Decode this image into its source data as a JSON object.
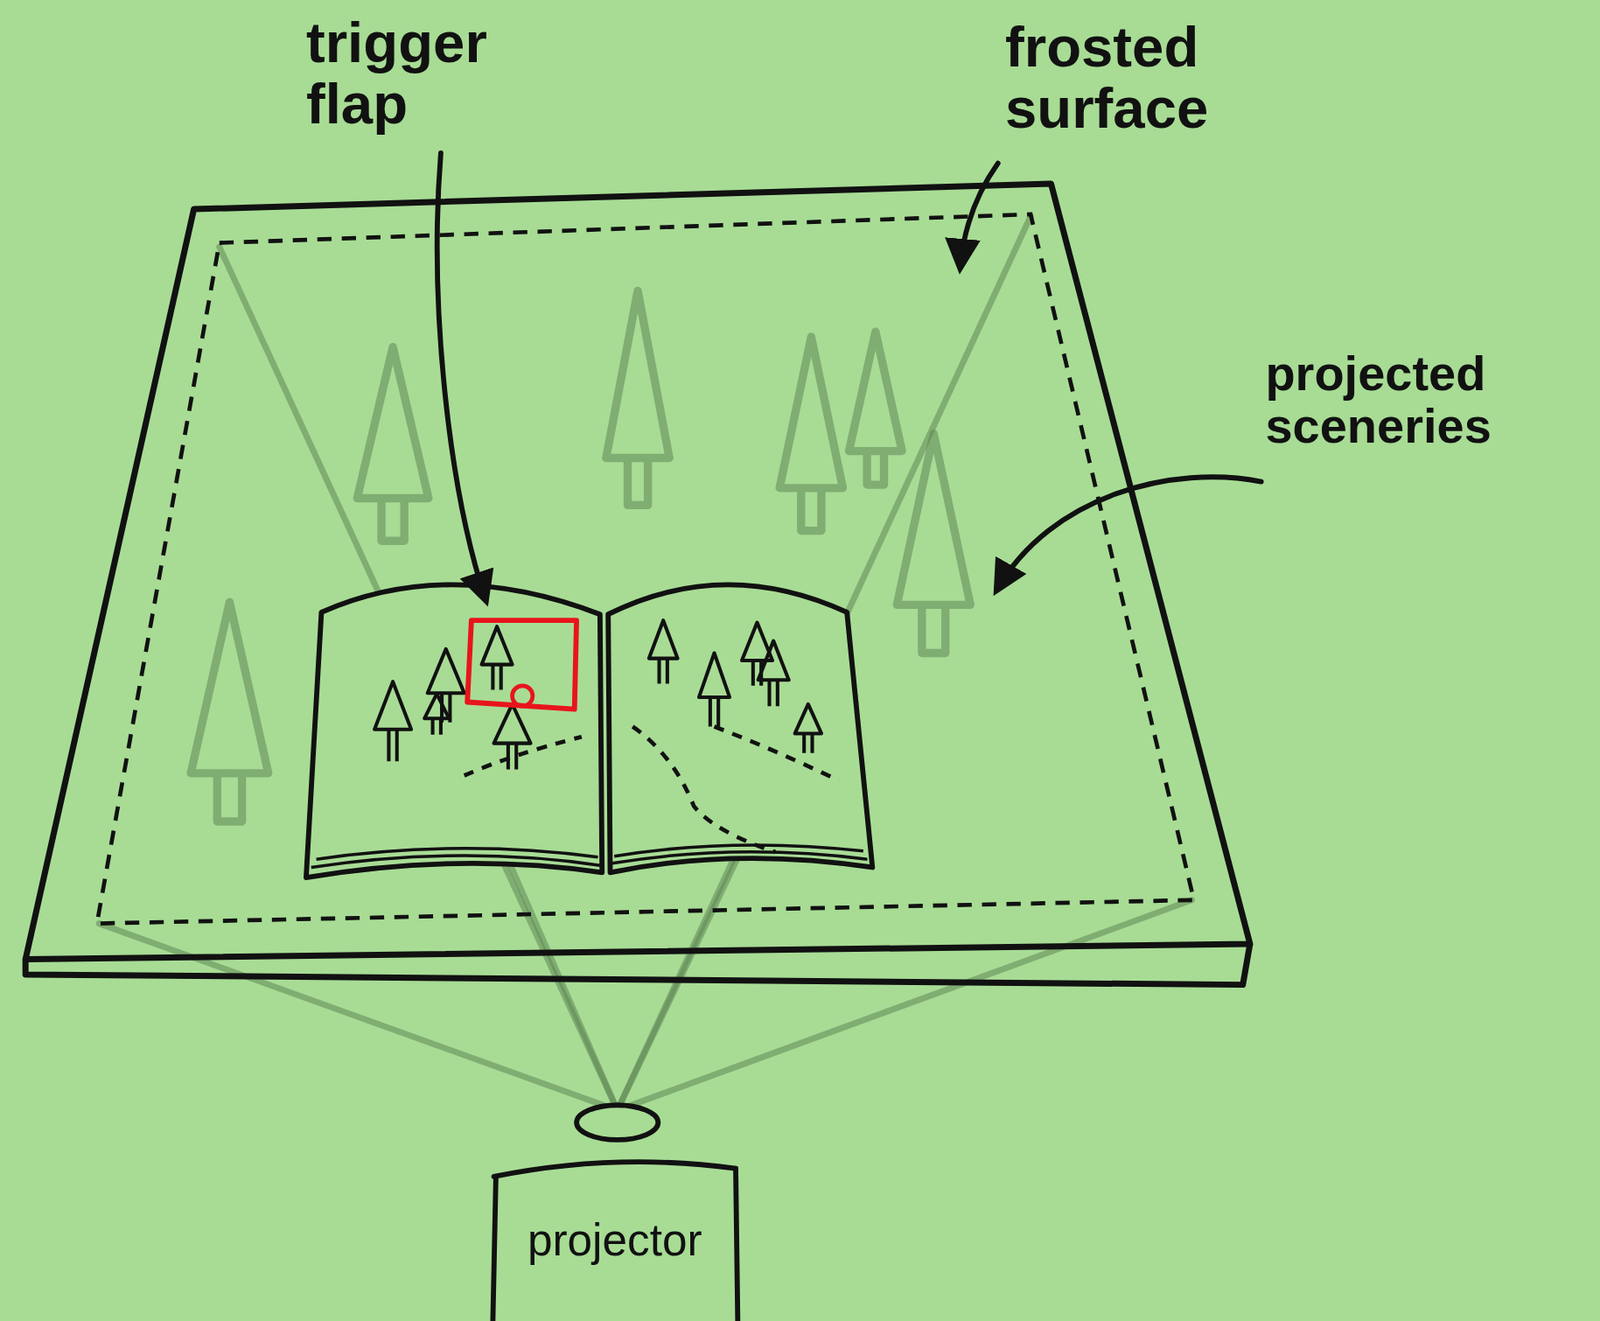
{
  "diagram": {
    "nodes": [
      {
        "text": [
          "projector"
        ]
      }
    ],
    "labels": [
      "trigger flap",
      "frosted surface",
      "projected sceneries"
    ]
  }
}
